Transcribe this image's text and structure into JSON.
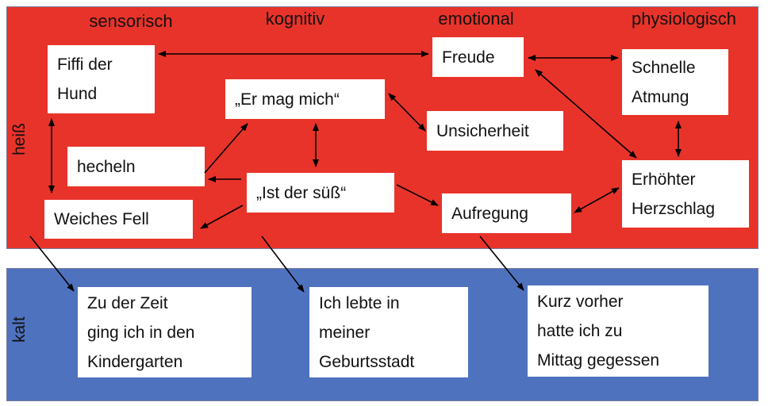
{
  "columns": {
    "sensorisch": "sensorisch",
    "kognitiv": "kognitiv",
    "emotional": "emotional",
    "physiologisch": "physiologisch"
  },
  "rows": {
    "hot": "heiß",
    "cold": "kalt"
  },
  "colors": {
    "hot": "#e8332a",
    "cold": "#4f72bf"
  },
  "nodes": {
    "fiffi": "Fiffi der\nHund",
    "freude": "Freude",
    "atmung": "Schnelle\nAtmung",
    "ermag": "„Er mag mich“",
    "unsicherheit": "Unsicherheit",
    "hecheln": "hecheln",
    "suess": "„Ist der süß“",
    "aufregung": "Aufregung",
    "herzschlag": "Erhöhter\nHerzschlag",
    "fell": "Weiches Fell",
    "kindergarten": "Zu der Zeit\nging ich in den\nKindergarten",
    "geburtsstadt": "Ich lebte in\nmeiner\nGeburtsstadt",
    "mittag": "Kurz vorher\nhatte ich zu\nMittag gegessen"
  }
}
